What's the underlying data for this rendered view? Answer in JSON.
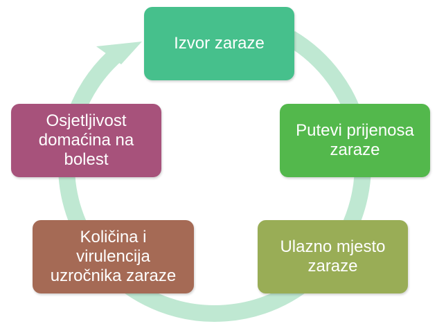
{
  "diagram": {
    "type": "cycle",
    "ring_color": "#bfe8d2",
    "nodes": [
      {
        "id": "node-1",
        "label": "Izvor zaraze",
        "color": "#46c08c"
      },
      {
        "id": "node-2",
        "label": "Putevi prijenosa\nzaraze",
        "color": "#53b84c"
      },
      {
        "id": "node-3",
        "label": "Ulazno mjesto\nzaraze",
        "color": "#99ad56"
      },
      {
        "id": "node-4",
        "label": "Količina i\nvirulencija\nuzročnika zaraze",
        "color": "#a56a55"
      },
      {
        "id": "node-5",
        "label": "Osjetljivost\ndomaćina na\nbolest",
        "color": "#a7527b"
      }
    ]
  }
}
